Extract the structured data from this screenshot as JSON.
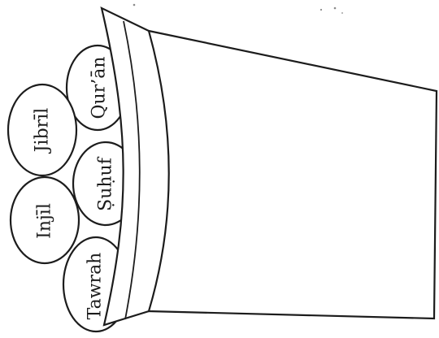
{
  "basket": {
    "items": [
      {
        "id": "quran",
        "label": "Qur’ān"
      },
      {
        "id": "jibril",
        "label": "Jibrīl"
      },
      {
        "id": "suhuf",
        "label": "Ṣuḥuf"
      },
      {
        "id": "injil",
        "label": "Injīl"
      },
      {
        "id": "tawrah",
        "label": "Tawrah"
      }
    ]
  },
  "colors": {
    "ink": "#1c1c1c",
    "paper": "#ffffff"
  }
}
